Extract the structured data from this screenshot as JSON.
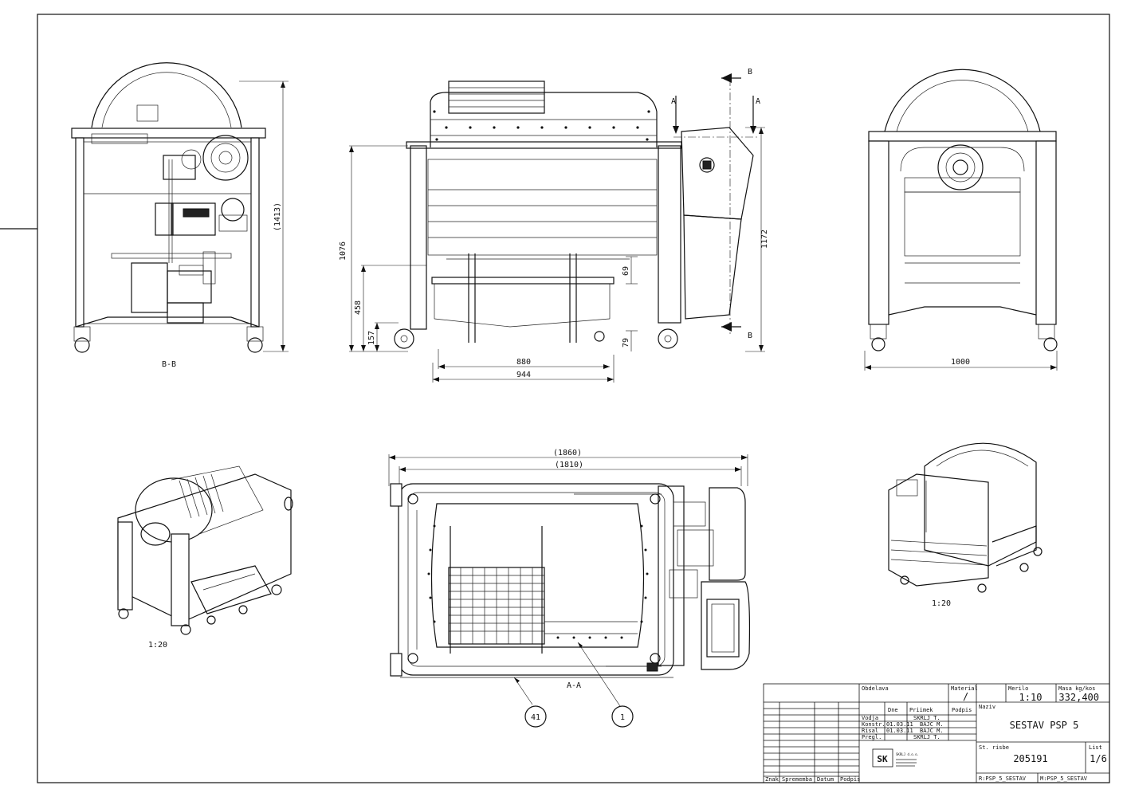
{
  "views": {
    "section_bb": "B-B",
    "section_aa": "A-A",
    "iso_left_scale": "1:20",
    "iso_right_scale": "1:20"
  },
  "section_markers": {
    "a": "A",
    "b": "B"
  },
  "dimensions": {
    "d1413": "(1413)",
    "d1076": "1076",
    "d458": "458",
    "d157": "157",
    "d69": "69",
    "d79": "79",
    "d880": "880",
    "d944": "944",
    "d1172": "1172",
    "d1000": "1000",
    "d1860": "(1860)",
    "d1810": "(1810)"
  },
  "balloons": {
    "b41": "41",
    "b1": "1"
  },
  "title_block": {
    "obdelava": "Obdelava",
    "material_label": "Material",
    "material_value": "/",
    "merilo_label": "Merilo",
    "merilo_value": "1:10",
    "masa_label": "Masa kg/kos",
    "masa_value": "332,400",
    "naziv_label": "Naziv",
    "naziv_value": "SESTAV PSP 5",
    "dne": "Dne",
    "priimek": "Priimek",
    "podpis": "Podpis",
    "rows": [
      {
        "label": "Vodja",
        "date": "",
        "name": "SKRLJ T."
      },
      {
        "label": "Konstr.",
        "date": "01.03.11",
        "name": "BAJC M."
      },
      {
        "label": "Risal",
        "date": "01.03.11",
        "name": "BAJC M."
      },
      {
        "label": "Pregl.",
        "date": "",
        "name": "SKRLJ T."
      }
    ],
    "st_risbe_label": "St. risbe",
    "st_risbe_value": "205191",
    "list_label": "List",
    "list_value": "1/6",
    "file_left": "R:PSP_5_SESTAV",
    "file_right": "M:PSP_5_SESTAV",
    "rev_znak": "Znak",
    "rev_sprememba": "Sprememba",
    "rev_datum": "Datum",
    "rev_podpis": "Podpis",
    "logo_letters": "SK",
    "logo_text": "SKRLJ d.o.o."
  }
}
